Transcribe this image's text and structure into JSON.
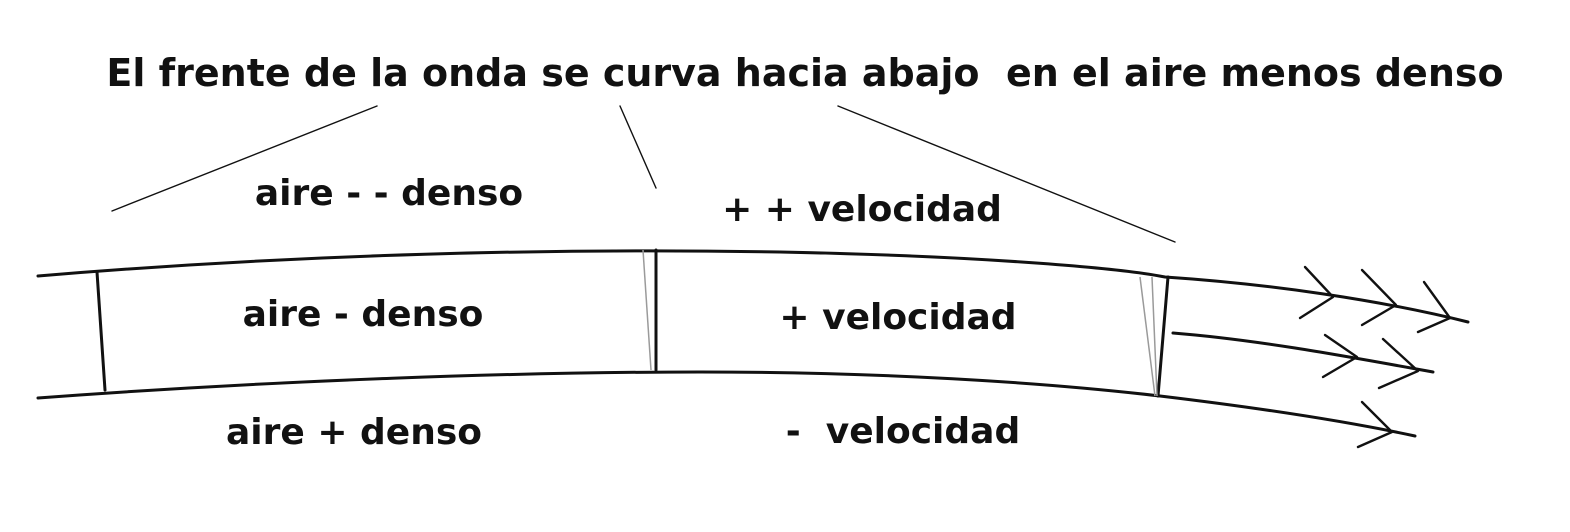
{
  "title": "El frente de la onda se curva hacia abajo  en el aire menos denso",
  "layers": {
    "top": {
      "air": "aire - - denso",
      "speed": "+ + velocidad"
    },
    "middle": {
      "air": "aire - denso",
      "speed": "+ velocidad"
    },
    "bottom": {
      "air": "aire + denso",
      "speed": "-  velocidad"
    }
  },
  "colors": {
    "ink": "#111111",
    "background": "#ffffff",
    "faint": "#9a9a9a"
  }
}
